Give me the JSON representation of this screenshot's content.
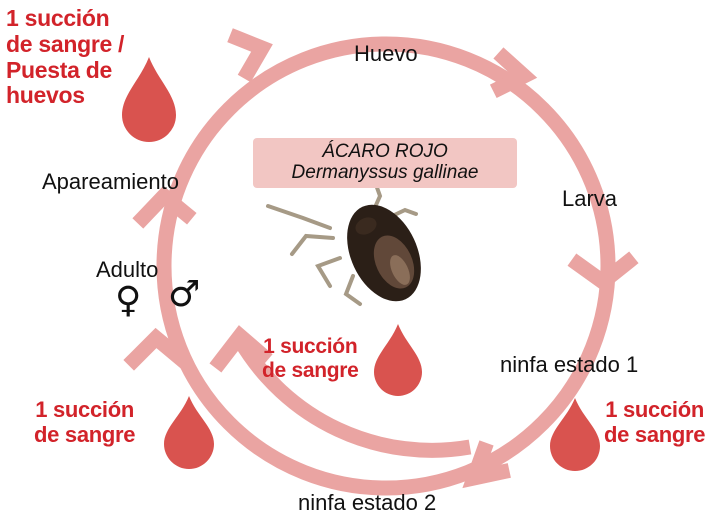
{
  "title": {
    "common_name": "ÁCARO ROJO",
    "scientific_name": "Dermanyssus gallinae"
  },
  "stages": {
    "egg": "Huevo",
    "larva": "Larva",
    "nymph1": "ninfa estado 1",
    "nymph2": "ninfa estado 2",
    "adult": "Adulto",
    "mating": "Apareamiento"
  },
  "sex_symbols": {
    "female": "♀",
    "male": "♂"
  },
  "blood_meals": {
    "adult": [
      "1 succión",
      "de sangre /",
      "Puesta de",
      "huevos"
    ],
    "nymph2_to_adult": [
      "1 succión",
      "de sangre"
    ],
    "nymph1_to_nymph2": [
      "1 succión",
      "de sangre"
    ],
    "larva_to_nymph1": [
      "1 succión",
      "de sangre"
    ]
  },
  "colors": {
    "cycle_arrow": "#eaa4a2",
    "blood_drop": "#d9534f",
    "blood_text": "#d2232a",
    "title_background": "#f2c6c3"
  }
}
